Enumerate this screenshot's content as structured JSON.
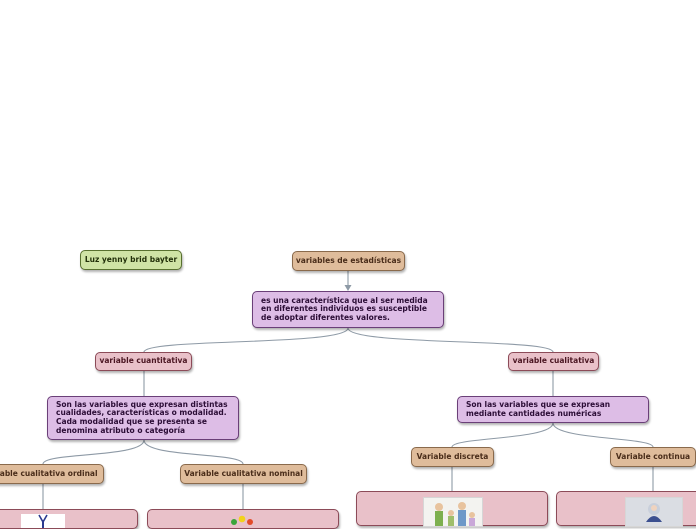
{
  "author": {
    "label": "Luz yenny brid bayter"
  },
  "root": {
    "label": "variables de estadísticas",
    "definition": "es una característica que al ser medida en diferentes individuos es susceptible de adoptar diferentes valores."
  },
  "left_branch": {
    "label": "variable cuantitativa",
    "description": "Son las variables que expresan distintas cualidades, características o modalidad. Cada modalidad que se presenta se denomina atributo o categoría",
    "children": [
      "ariable cualitativa ordinal",
      "Variable cualitativa nominal"
    ]
  },
  "right_branch": {
    "label": "variable cualitativa",
    "description": "Son las variables que se expresan mediante cantidades numéricas",
    "children": [
      "Variable discreta",
      "Variable continua"
    ]
  },
  "colors": {
    "link": "#8e9aa6",
    "peach": "#dfbc9b",
    "green": "#cfe3a5",
    "pink": "#e9c1c9",
    "violet": "#ddbde6"
  }
}
